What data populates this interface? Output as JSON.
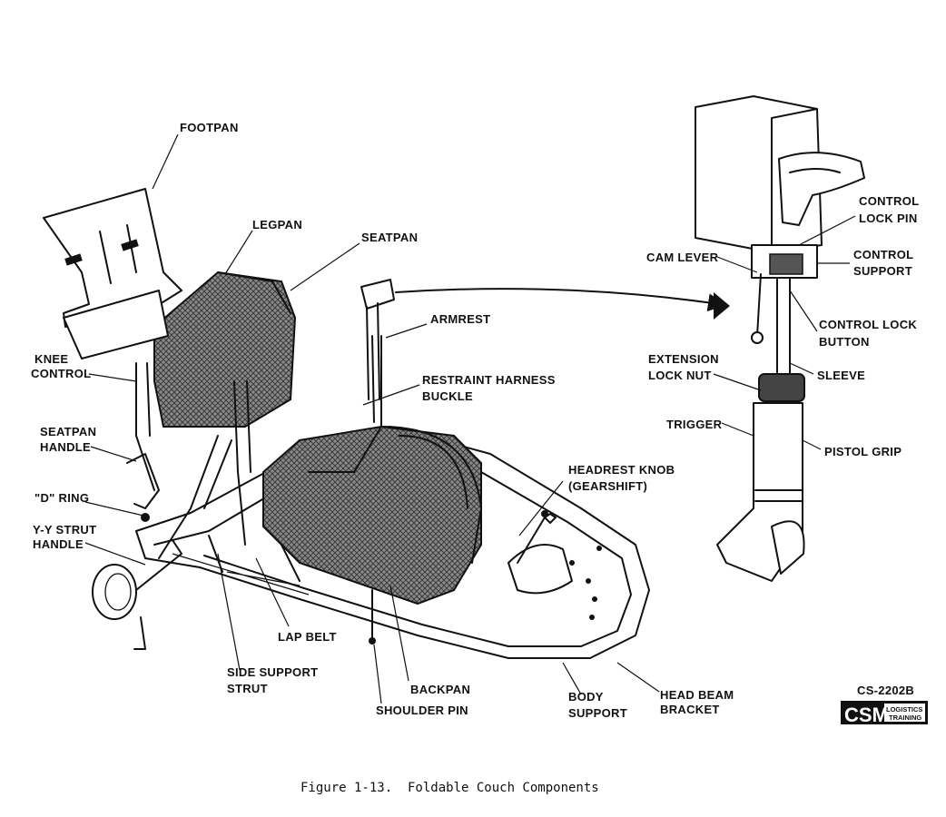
{
  "labels": {
    "footpan": "FOOTPAN",
    "legpan": "LEGPAN",
    "seatpan": "SEATPAN",
    "armrest": "ARMREST",
    "restraint_1": "RESTRAINT HARNESS",
    "restraint_2": "BUCKLE",
    "knee_1": "KNEE",
    "knee_2": "CONTROL",
    "seatpan_handle_1": "SEATPAN",
    "seatpan_handle_2": "HANDLE",
    "d_ring": "\"D\" RING",
    "yy_1": "Y-Y STRUT",
    "yy_2": "HANDLE",
    "headrest_1": "HEADREST KNOB",
    "headrest_2": "(GEARSHIFT)",
    "lap_belt": "LAP BELT",
    "side_support_1": "SIDE SUPPORT",
    "side_support_2": "STRUT",
    "backpan": "BACKPAN",
    "shoulder_pin": "SHOULDER PIN",
    "body_support_1": "BODY",
    "body_support_2": "SUPPORT",
    "head_beam_1": "HEAD BEAM",
    "head_beam_2": "BRACKET",
    "cam_lever": "CAM LEVER",
    "control_lock_pin_1": "CONTROL",
    "control_lock_pin_2": "LOCK PIN",
    "control_support_1": "CONTROL",
    "control_support_2": "SUPPORT",
    "control_lock_button_1": "CONTROL LOCK",
    "control_lock_button_2": "BUTTON",
    "extension_1": "EXTENSION",
    "extension_2": "LOCK NUT",
    "sleeve": "SLEEVE",
    "trigger": "TRIGGER",
    "pistol_grip": "PISTOL GRIP"
  },
  "stamp": {
    "code": "CS-2202B",
    "logo_big": "CSM",
    "logo_small_1": "LOGISTICS",
    "logo_small_2": "TRAINING"
  },
  "caption": "Figure 1-13.  Foldable Couch Components"
}
